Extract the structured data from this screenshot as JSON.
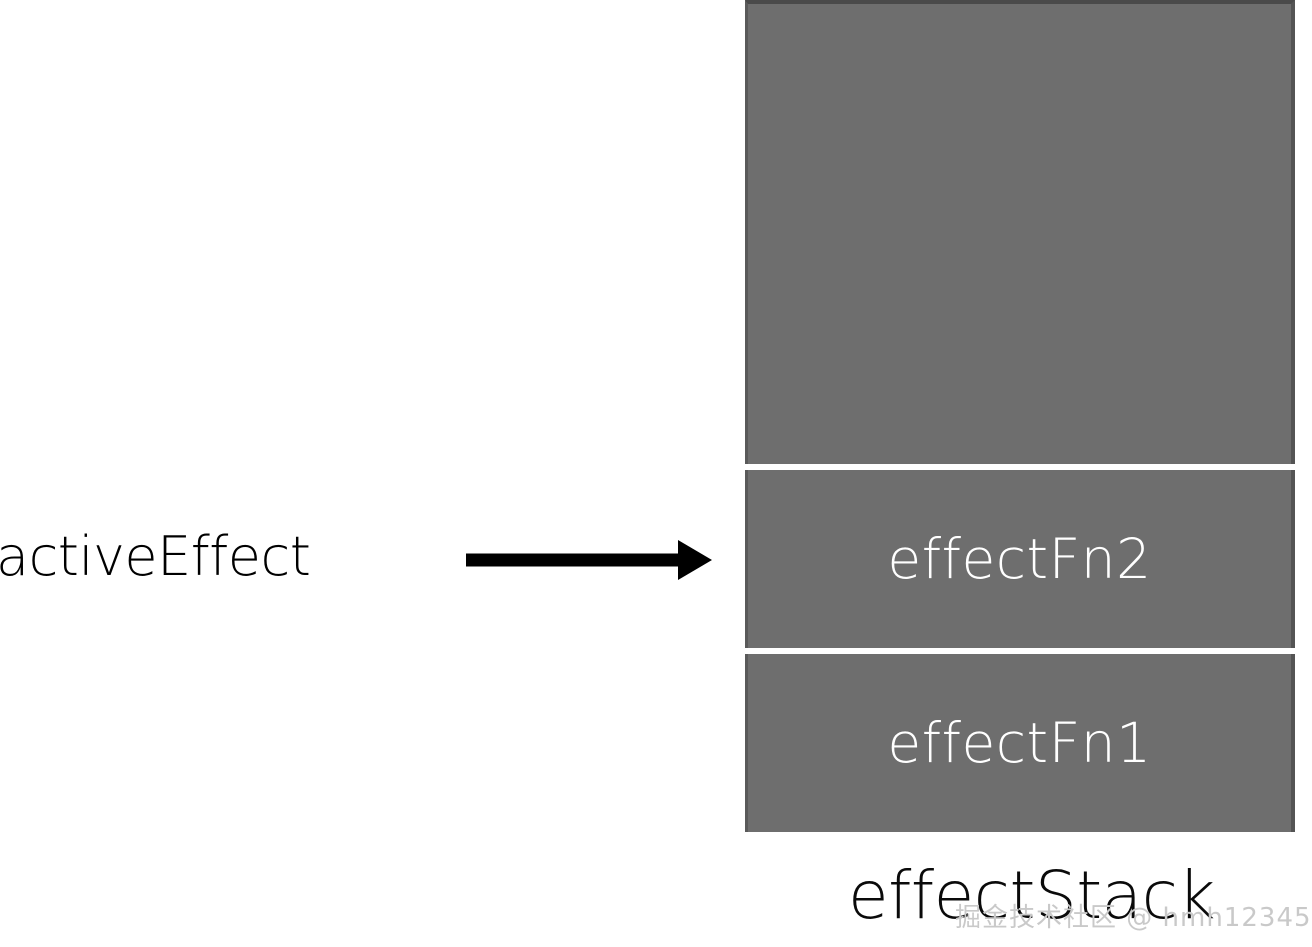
{
  "diagram": {
    "title_caption": "effectStack",
    "pointer_label": "activeEffect",
    "arrow_icon": "arrow-right-icon",
    "stack": {
      "name": "effectStack",
      "slots": [
        {
          "label": "",
          "occupied": false
        },
        {
          "label": "effectFn2",
          "occupied": true
        },
        {
          "label": "effectFn1",
          "occupied": true
        }
      ]
    },
    "colors": {
      "slot_fill": "#6e6e6e",
      "slot_label": "#ffffff",
      "arrow": "#000000",
      "caption": "#0a0a0a",
      "background": "#ffffff",
      "watermark": "#c9c9c9"
    }
  },
  "watermark": {
    "text": "掘金技术社区 @ hmh12345"
  }
}
